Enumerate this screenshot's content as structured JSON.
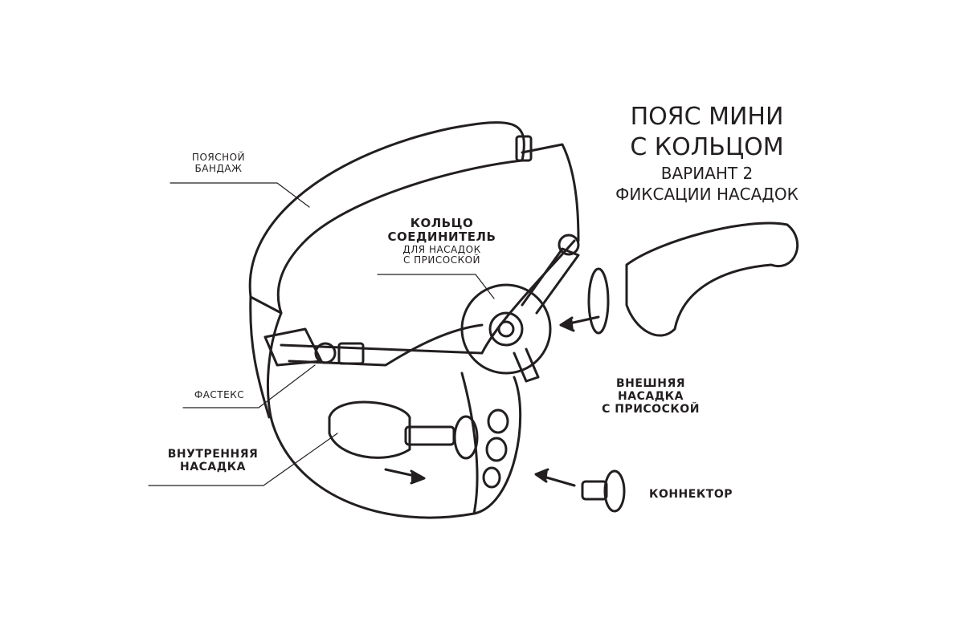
{
  "title": {
    "line1": "ПОЯС МИНИ",
    "line2": "С КОЛЬЦОМ",
    "line3": "ВАРИАНТ 2",
    "line4": "ФИКСАЦИИ НАСАДОК"
  },
  "labels": {
    "belt": {
      "line1": "ПОЯСНОЙ",
      "line2": "БАНДАЖ"
    },
    "ring": {
      "line1": "КОЛЬЦО",
      "line2": "СОЕДИНИТЕЛЬ",
      "line3": "ДЛЯ НАСАДОК",
      "line4": "С ПРИСОСКОЙ"
    },
    "buckle": "ФАСТЕКС",
    "inner": {
      "line1": "ВНУТРЕННЯЯ",
      "line2": "НАСАДКА"
    },
    "outer": {
      "line1": "ВНЕШНЯЯ",
      "line2": "НАСАДКА",
      "line3": "С ПРИСОСКОЙ"
    },
    "connector": "КОННЕКТОР"
  },
  "colors": {
    "ink": "#231f20",
    "background": "#ffffff"
  }
}
